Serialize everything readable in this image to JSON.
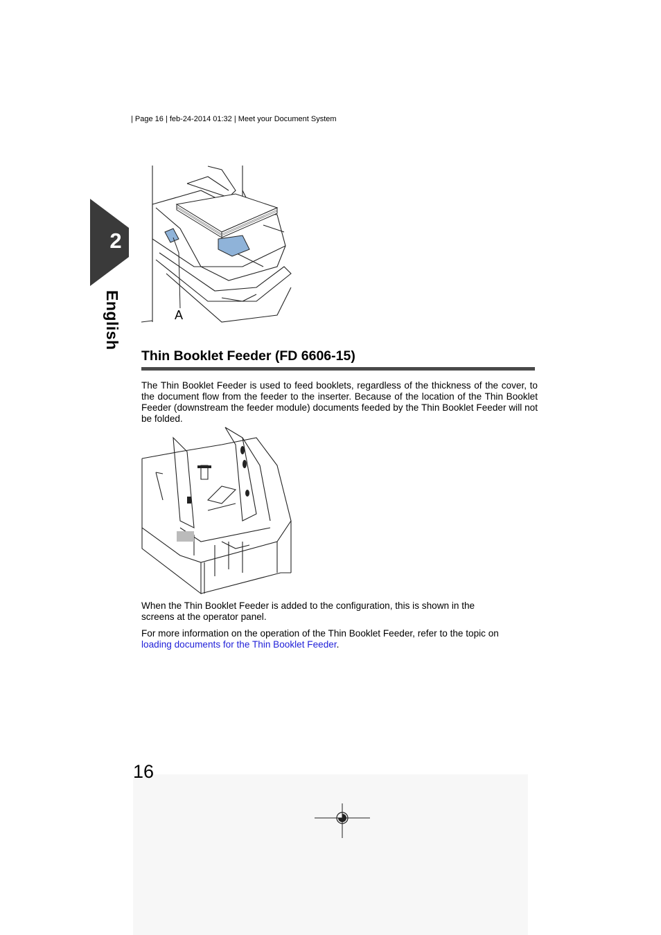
{
  "header": {
    "running_head": "|  Page 16 | feb-24-2014 01:32 | Meet your Document System"
  },
  "sidebar": {
    "chapter_number": "2",
    "language": "English"
  },
  "figure1": {
    "callout_label": "A"
  },
  "section": {
    "title": "Thin Booklet Feeder (FD 6606-15)",
    "intro_paragraph": "The Thin Booklet Feeder is used to feed booklets, regardless of the thickness of the cover, to the document flow from the feeder to the inserter. Because of the location of the Thin Booklet Feeder (downstream the feeder module) documents feeded by the Thin Booklet Feeder will not be folded.",
    "config_paragraph_line1": "When the Thin Booklet Feeder is added to the configuration, this is shown in the",
    "config_paragraph_line2": "screens at the operator panel.",
    "more_info_text": "For more information on the operation of the Thin Booklet Feeder, refer to the topic on",
    "more_info_link": "loading documents for the Thin Booklet Feeder",
    "more_info_end": "."
  },
  "footer": {
    "page_number": "16"
  },
  "colors": {
    "tab": "#3a3a3a",
    "rule": "#4a4a4a",
    "link": "#1f1fd8",
    "highlight_part": "#8fb3d9"
  }
}
